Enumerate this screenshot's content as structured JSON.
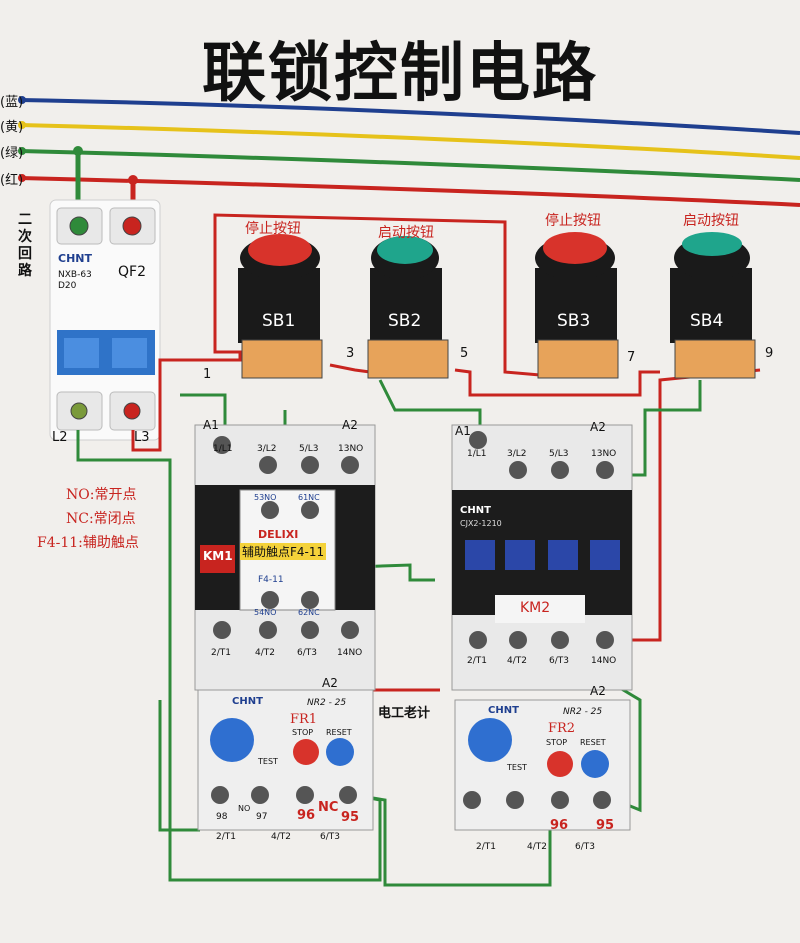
{
  "title": "联锁控制电路",
  "phases": [
    "(蓝)",
    "(黄)",
    "(绿)",
    "(红)"
  ],
  "side_label": "二次回路",
  "breakers": {
    "qf1": {
      "brand": "CHNT",
      "model": "NXB-63",
      "rating": "D20",
      "bottom_label": "L2"
    },
    "qf2": {
      "name": "QF2",
      "bottom_label": "L3"
    }
  },
  "buttons": [
    {
      "title": "停止按钮",
      "name": "SB1",
      "color": "#d8332b"
    },
    {
      "title": "启动按钮",
      "name": "SB2",
      "color": "#1fa58c"
    },
    {
      "title": "停止按钮",
      "name": "SB3",
      "color": "#d8332b"
    },
    {
      "title": "启动按钮",
      "name": "SB4",
      "color": "#1fa58c"
    }
  ],
  "node_numbers": [
    "1",
    "3",
    "5",
    "7",
    "9"
  ],
  "legend": [
    "NO:常开点",
    "NC:常闭点",
    "F4-11:辅助触点"
  ],
  "contactor1": {
    "name": "KM1",
    "top_terms": [
      "1/L1",
      "3/L2",
      "5/L3",
      "13NO"
    ],
    "bottom_terms": [
      "2/T1",
      "4/T2",
      "6/T3",
      "14NO"
    ],
    "a1": "A1",
    "a2": "A2",
    "a2_bottom": "A2",
    "aux_brand": "DELIXI",
    "aux_top": [
      "53NO",
      "61NC"
    ],
    "aux_bottom": [
      "54NO",
      "62NC"
    ],
    "aux_label": "辅助触点F4-11",
    "aux_model": "F4-11"
  },
  "contactor2": {
    "name": "KM2",
    "brand": "CHNT",
    "model": "CJX2-1210",
    "top_terms": [
      "1/L1",
      "3/L2",
      "5/L3",
      "13NO"
    ],
    "bottom_terms": [
      "2/T1",
      "4/T2",
      "6/T3",
      "14NO"
    ],
    "a1": "A1",
    "a2": "A2",
    "a2_bottom": "A2"
  },
  "watermark": "电工老计",
  "relay1": {
    "brand": "CHNT",
    "model": "NR2 - 25",
    "name": "FR1",
    "stop": "STOP",
    "reset": "RESET",
    "test": "TEST",
    "terms": [
      "98",
      "NO",
      "97",
      "96",
      "NC",
      "95"
    ],
    "bottom_terms": [
      "2/T1",
      "4/T2",
      "6/T3"
    ]
  },
  "relay2": {
    "brand": "CHNT",
    "model": "NR2 - 25",
    "name": "FR2",
    "stop": "STOP",
    "reset": "RESET",
    "test": "TEST",
    "terms": [
      "96",
      "95"
    ],
    "bottom_terms": [
      "2/T1",
      "4/T2",
      "6/T3"
    ]
  },
  "colors": {
    "blue": "#1f3f8f",
    "yellow": "#e6c21a",
    "green": "#2f8a3a",
    "red": "#c8241f"
  }
}
